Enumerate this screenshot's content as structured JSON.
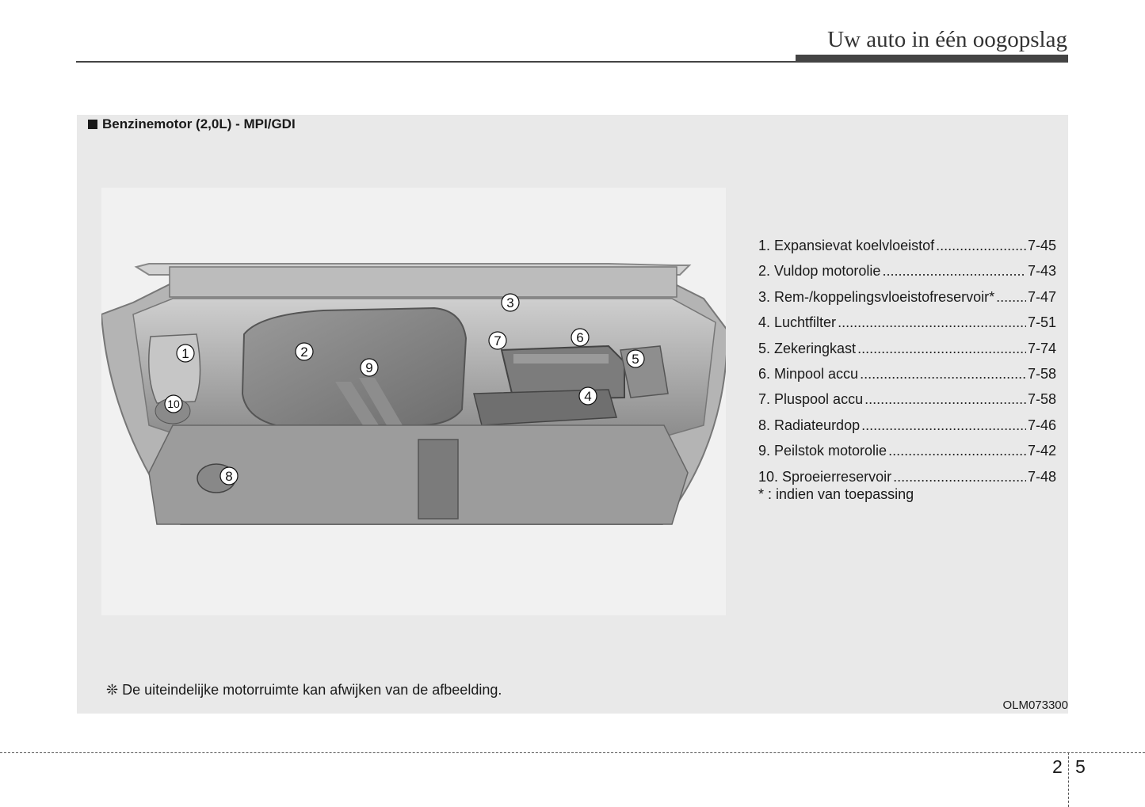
{
  "header": {
    "title": "Uw auto in één oogopslag"
  },
  "section": {
    "heading": "Benzinemotor (2,0L) - MPI/GDI"
  },
  "diagram": {
    "callouts": [
      "1",
      "2",
      "3",
      "4",
      "5",
      "6",
      "7",
      "8",
      "9",
      "10"
    ]
  },
  "legend": {
    "items": [
      {
        "label": "1. Expansievat koelvloeistof",
        "page": "7-45"
      },
      {
        "label": "2. Vuldop motorolie",
        "page": "7-43"
      },
      {
        "label": "3. Rem-/koppelingsvloeistofreservoir*",
        "page": "7-47"
      },
      {
        "label": "4. Luchtfilter",
        "page": "7-51"
      },
      {
        "label": "5. Zekeringkast",
        "page": "7-74"
      },
      {
        "label": "6. Minpool accu",
        "page": "7-58"
      },
      {
        "label": "7. Pluspool accu",
        "page": "7-58"
      },
      {
        "label": "8. Radiateurdop",
        "page": "7-46"
      },
      {
        "label": "9. Peilstok motorolie",
        "page": "7-42"
      },
      {
        "label": "10. Sproeierreservoir",
        "page": "7-48"
      }
    ],
    "note": "* : indien van toepassing"
  },
  "footer": {
    "disclaimer": "❊ De uiteindelijke motorruimte kan afwijken van de afbeelding.",
    "code": "OLM073300"
  },
  "page": {
    "chapter": "2",
    "number": "5"
  }
}
